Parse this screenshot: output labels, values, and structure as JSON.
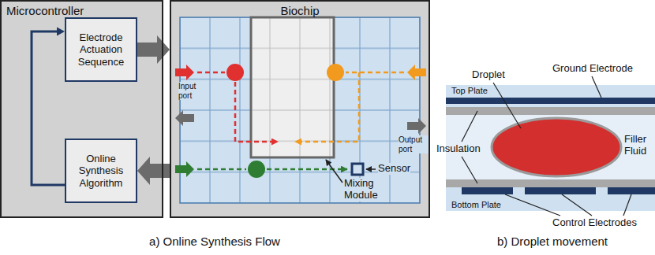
{
  "diagram": {
    "nodes": [
      {
        "text": [
          "Microcontroller"
        ]
      },
      {
        "text": [
          "Electrode Actuation Sequence"
        ],
        "in": 0
      },
      {
        "text": [
          "Online Synthesis Algorithm"
        ],
        "in": 0
      },
      {
        "text": [
          "Biochip"
        ]
      }
    ],
    "edges": [
      {
        "from": 2,
        "to": 1,
        "arrow": "to"
      },
      {
        "from": 1,
        "to": 3,
        "arrow": "to"
      },
      {
        "from": 3,
        "to": 2,
        "arrow": "to"
      }
    ],
    "labels": [
      "Input port",
      "Output port",
      "Mixing Module",
      "Sensor",
      "Droplet",
      "Ground Electrode",
      "Top Plate",
      "Insulation",
      "Filler Fluid",
      "Bottom Plate",
      "Control Electrodes",
      "a) Online Synthesis Flow",
      "b) Droplet movement"
    ]
  }
}
